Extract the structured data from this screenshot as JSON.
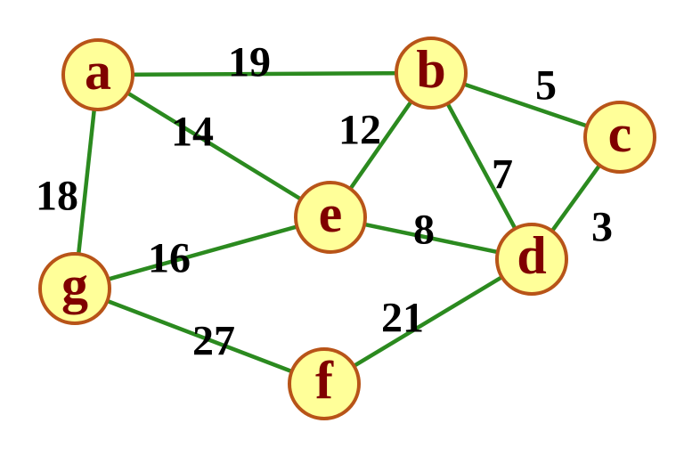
{
  "graph": {
    "nodes": [
      "a",
      "b",
      "c",
      "d",
      "e",
      "f",
      "g"
    ],
    "edges": [
      {
        "from": "a",
        "to": "b",
        "weight": "19"
      },
      {
        "from": "a",
        "to": "e",
        "weight": "14"
      },
      {
        "from": "a",
        "to": "g",
        "weight": "18"
      },
      {
        "from": "b",
        "to": "c",
        "weight": "5"
      },
      {
        "from": "b",
        "to": "e",
        "weight": "12"
      },
      {
        "from": "b",
        "to": "d",
        "weight": "7"
      },
      {
        "from": "c",
        "to": "d",
        "weight": "3"
      },
      {
        "from": "e",
        "to": "d",
        "weight": "8"
      },
      {
        "from": "g",
        "to": "e",
        "weight": "16"
      },
      {
        "from": "g",
        "to": "f",
        "weight": "27"
      },
      {
        "from": "f",
        "to": "d",
        "weight": "21"
      }
    ]
  },
  "colors": {
    "edge": "#2b8a1f",
    "node_fill": "#ffff99",
    "node_border": "#b85418",
    "node_label": "#800000",
    "weight_label": "#000000"
  }
}
